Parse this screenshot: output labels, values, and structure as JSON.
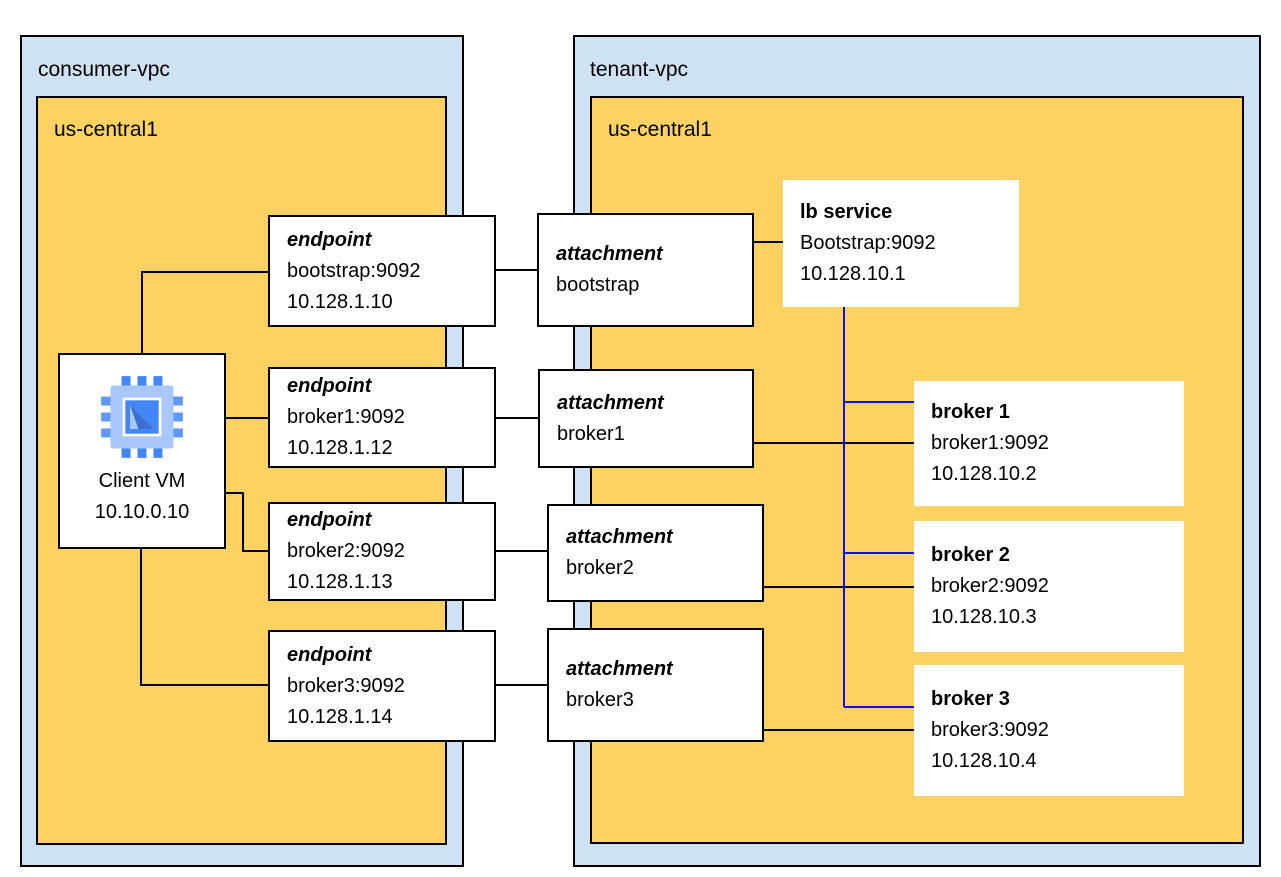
{
  "diagram": {
    "consumer_vpc": {
      "label": "consumer-vpc",
      "region_label": "us-central1"
    },
    "tenant_vpc": {
      "label": "tenant-vpc",
      "region_label": "us-central1"
    },
    "client_vm": {
      "icon": "cpu-chip-icon",
      "name": "Client VM",
      "ip": "10.10.0.10"
    },
    "endpoints": [
      {
        "title": "endpoint",
        "address": "bootstrap:9092",
        "ip": "10.128.1.10"
      },
      {
        "title": "endpoint",
        "address": "broker1:9092",
        "ip": "10.128.1.12"
      },
      {
        "title": "endpoint",
        "address": "broker2:9092",
        "ip": "10.128.1.13"
      },
      {
        "title": "endpoint",
        "address": "broker3:9092",
        "ip": "10.128.1.14"
      }
    ],
    "attachments": [
      {
        "title": "attachment",
        "name": "bootstrap"
      },
      {
        "title": "attachment",
        "name": "broker1"
      },
      {
        "title": "attachment",
        "name": "broker2"
      },
      {
        "title": "attachment",
        "name": "broker3"
      }
    ],
    "lb_service": {
      "title": "lb service",
      "address": "Bootstrap:9092",
      "ip": "10.128.10.1"
    },
    "brokers": [
      {
        "title": "broker 1",
        "address": "broker1:9092",
        "ip": "10.128.10.2"
      },
      {
        "title": "broker 2",
        "address": "broker2:9092",
        "ip": "10.128.10.3"
      },
      {
        "title": "broker 3",
        "address": "broker3:9092",
        "ip": "10.128.10.4"
      }
    ],
    "colors": {
      "vpc_fill": "#cfe2f3",
      "region_fill": "#fcd262",
      "box_border": "#000000",
      "black_wire": "#000000",
      "lb_wire": "#0d0dee",
      "icon_blue": "#4285f4",
      "icon_light_blue": "#a9c7fb"
    }
  }
}
